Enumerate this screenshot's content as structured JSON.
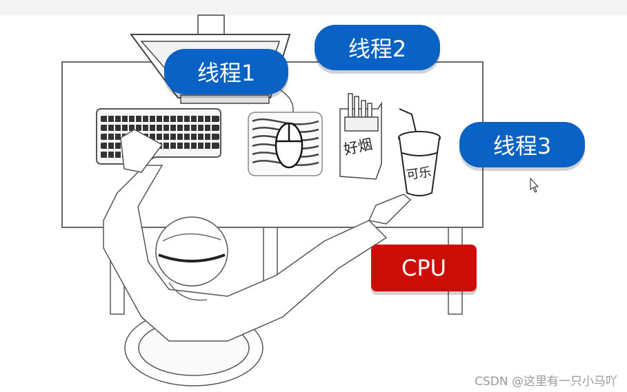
{
  "threads": [
    {
      "label": "线程1"
    },
    {
      "label": "线程2"
    },
    {
      "label": "线程3"
    }
  ],
  "cpu": {
    "label": "CPU"
  },
  "items": {
    "cigarettes_label": "好烟",
    "cola_label": "可乐"
  },
  "watermark": "CSDN @这里有一只小马吖",
  "colors": {
    "thread_blue": "#0a63c4",
    "cpu_red": "#cc0c06"
  }
}
